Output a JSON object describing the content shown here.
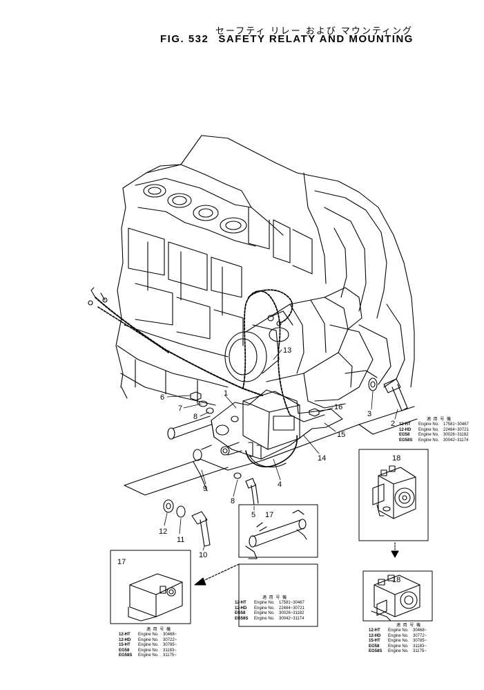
{
  "title": {
    "japanese": "セーフティ リレー および マウンティング",
    "figure": "FIG. 532",
    "english": "SAFETY RELATY AND MOUNTING"
  },
  "callouts": [
    "6",
    "7",
    "8",
    "1",
    "13",
    "16",
    "3",
    "2",
    "15",
    "14",
    "4",
    "9",
    "8",
    "5",
    "12",
    "11",
    "10",
    "17",
    "18",
    "17",
    "18"
  ],
  "tables": {
    "main": {
      "header": "適 用 号 機",
      "rows": [
        {
          "model": "12-HT",
          "label": "Engine No.",
          "range": "17581~30467"
        },
        {
          "model": "12-HD",
          "label": "Engine No.",
          "range": "22484~30721"
        },
        {
          "model": "EG58",
          "label": "Engine No.",
          "range": "30026~31182"
        },
        {
          "model": "EG58S",
          "label": "Engine No.",
          "range": "30042~31174"
        }
      ]
    },
    "center": {
      "header": "適 用 号 機",
      "rows": [
        {
          "model": "12-HT",
          "label": "Engine No.",
          "range": "17581~30467"
        },
        {
          "model": "12-HD",
          "label": "Engine No.",
          "range": "22484~30721"
        },
        {
          "model": "EG58",
          "label": "Engine No.",
          "range": "30026~31182"
        },
        {
          "model": "EG58S",
          "label": "Engine No.",
          "range": "30042~31174"
        }
      ]
    },
    "left": {
      "header": "適 用 号 機",
      "rows": [
        {
          "model": "12-HT",
          "label": "Engine No.",
          "range": "30468~"
        },
        {
          "model": "12-HD",
          "label": "Engine No.",
          "range": "30722~"
        },
        {
          "model": "15-HT",
          "label": "Engine No.",
          "range": "30785~"
        },
        {
          "model": "EG58",
          "label": "Engine No.",
          "range": "31183~"
        },
        {
          "model": "EG58S",
          "label": "Engine No.",
          "range": "31175~"
        }
      ]
    },
    "right": {
      "header": "適 用 号 機",
      "rows": [
        {
          "model": "12-HT",
          "label": "Engine No.",
          "range": "30468~"
        },
        {
          "model": "12-HD",
          "label": "Engine No.",
          "range": "30772~"
        },
        {
          "model": "15-HT",
          "label": "Engine No.",
          "range": "30785~"
        },
        {
          "model": "EG58",
          "label": "Engine No.",
          "range": "31183~"
        },
        {
          "model": "EG58S",
          "label": "Engine No.",
          "range": "31175~"
        }
      ]
    }
  }
}
